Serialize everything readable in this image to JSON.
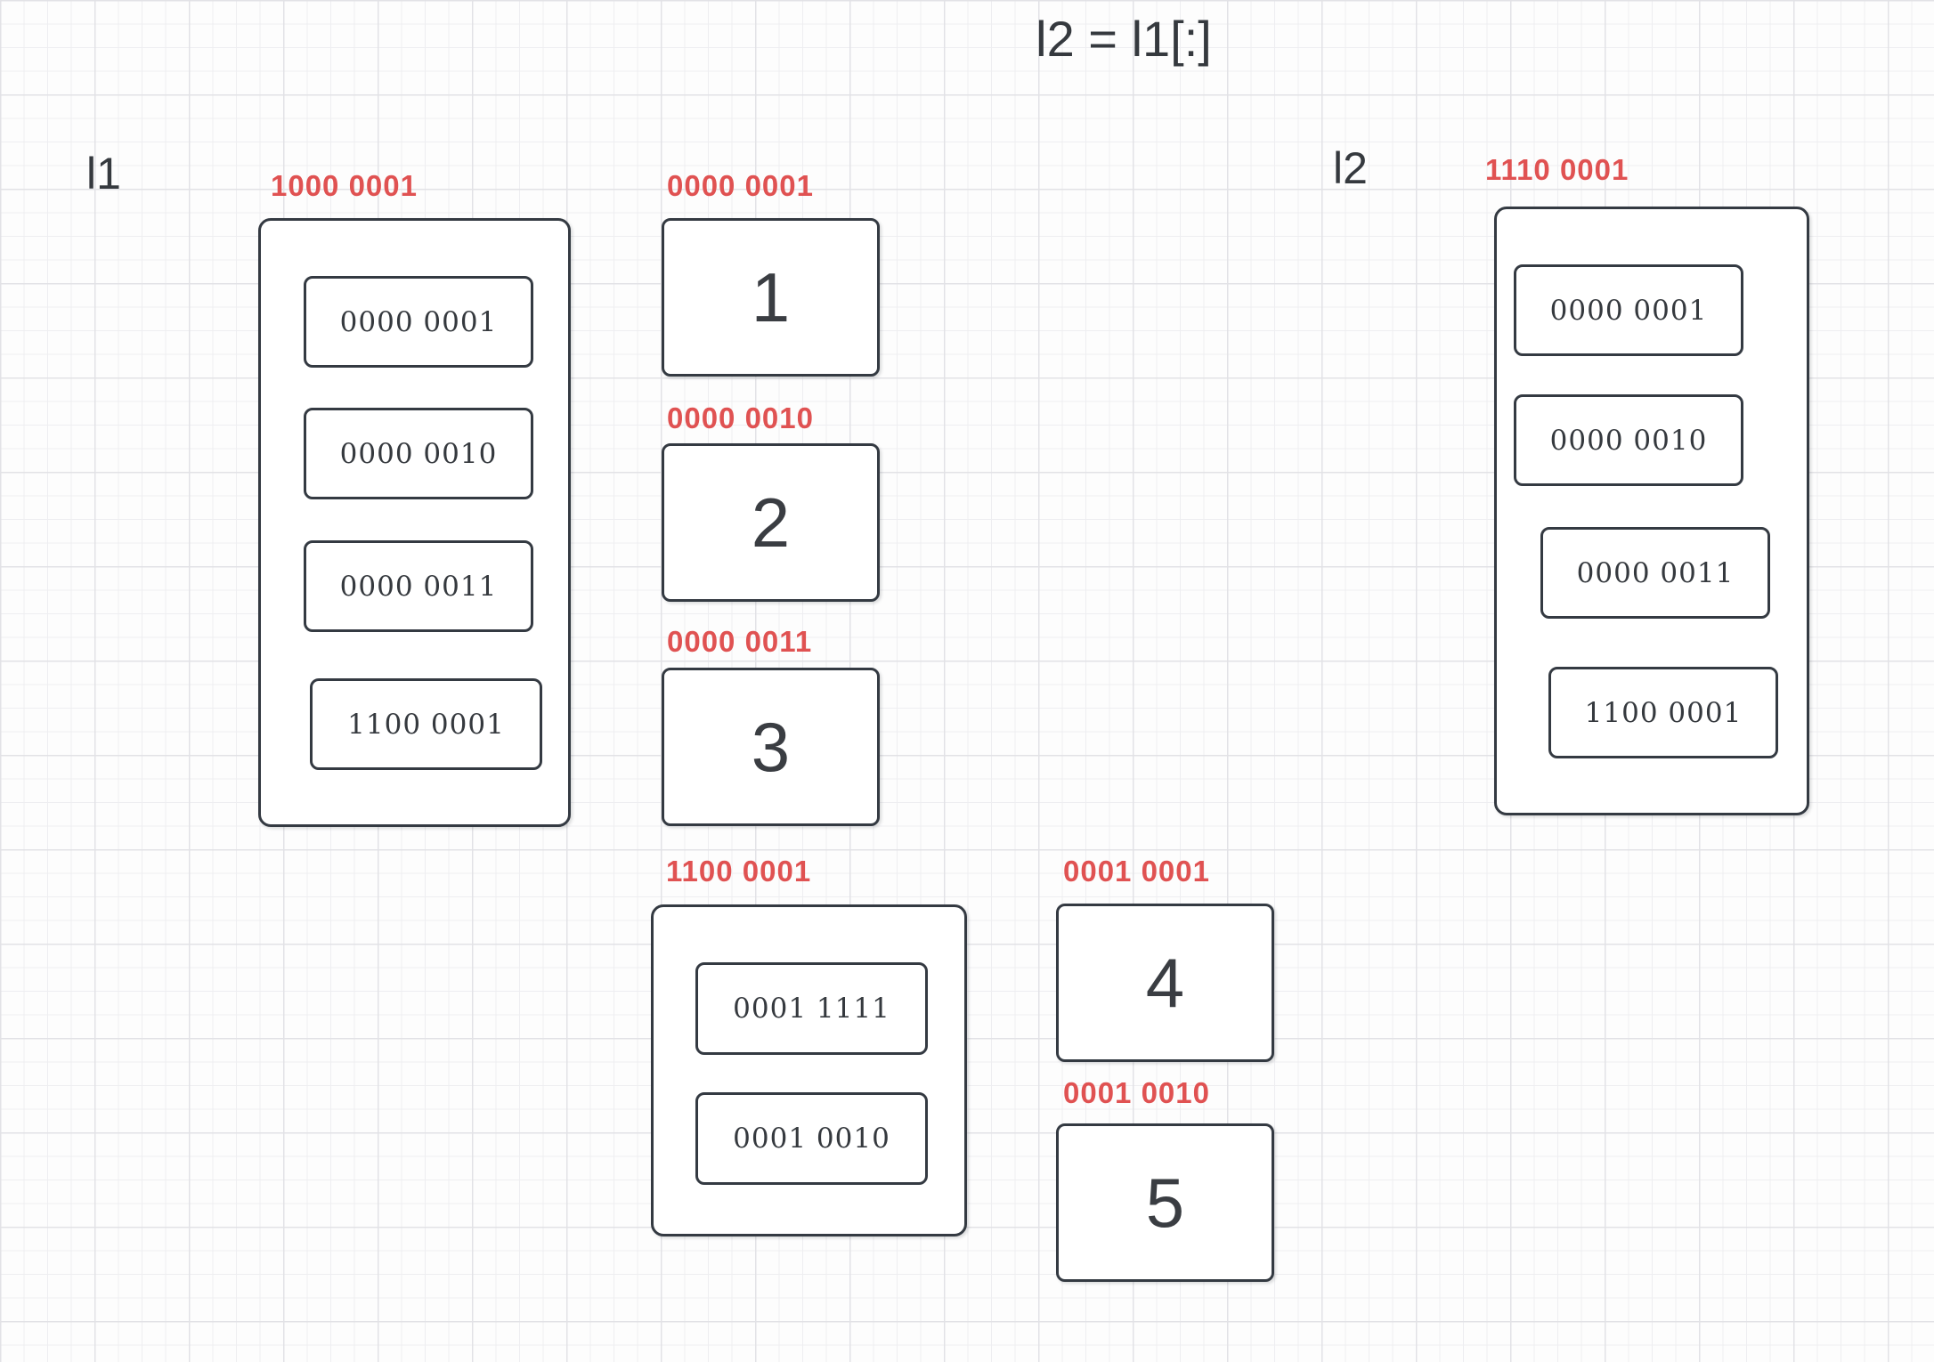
{
  "title": "l2 = l1[:]",
  "colors": {
    "accent_red": "#e05252",
    "stroke": "#343a42"
  },
  "l1": {
    "label": "l1",
    "address": "1000 0001",
    "cells": [
      "0000 0001",
      "0000 0010",
      "0000 0011",
      "1100 0001"
    ]
  },
  "l2": {
    "label": "l2",
    "address": "1110 0001",
    "cells": [
      "0000 0001",
      "0000 0010",
      "0000 0011",
      "1100 0001"
    ]
  },
  "values": [
    {
      "address": "0000 0001",
      "value": "1"
    },
    {
      "address": "0000 0010",
      "value": "2"
    },
    {
      "address": "0000 0011",
      "value": "3"
    },
    {
      "address": "0001 0001",
      "value": "4"
    },
    {
      "address": "0001 0010",
      "value": "5"
    }
  ],
  "nested_list": {
    "address": "1100 0001",
    "cells": [
      "0001 1111",
      "0001 0010"
    ]
  }
}
